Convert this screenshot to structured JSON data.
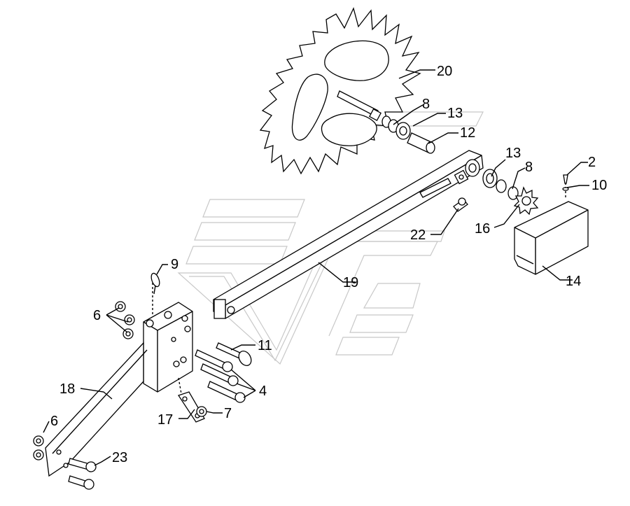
{
  "diagram": {
    "callouts": [
      {
        "id": "c20",
        "text": "20"
      },
      {
        "id": "c8a",
        "text": "8"
      },
      {
        "id": "c13a",
        "text": "13"
      },
      {
        "id": "c12",
        "text": "12"
      },
      {
        "id": "c13b",
        "text": "13"
      },
      {
        "id": "c8b",
        "text": "8"
      },
      {
        "id": "c2",
        "text": "2"
      },
      {
        "id": "c10",
        "text": "10"
      },
      {
        "id": "c16",
        "text": "16"
      },
      {
        "id": "c22",
        "text": "22"
      },
      {
        "id": "c14",
        "text": "14"
      },
      {
        "id": "c9",
        "text": "9"
      },
      {
        "id": "c19",
        "text": "19"
      },
      {
        "id": "c6a",
        "text": "6"
      },
      {
        "id": "c11",
        "text": "11"
      },
      {
        "id": "c18",
        "text": "18"
      },
      {
        "id": "c4",
        "text": "4"
      },
      {
        "id": "c17",
        "text": "17"
      },
      {
        "id": "c7",
        "text": "7"
      },
      {
        "id": "c6b",
        "text": "6"
      },
      {
        "id": "c23",
        "text": "23"
      }
    ]
  }
}
